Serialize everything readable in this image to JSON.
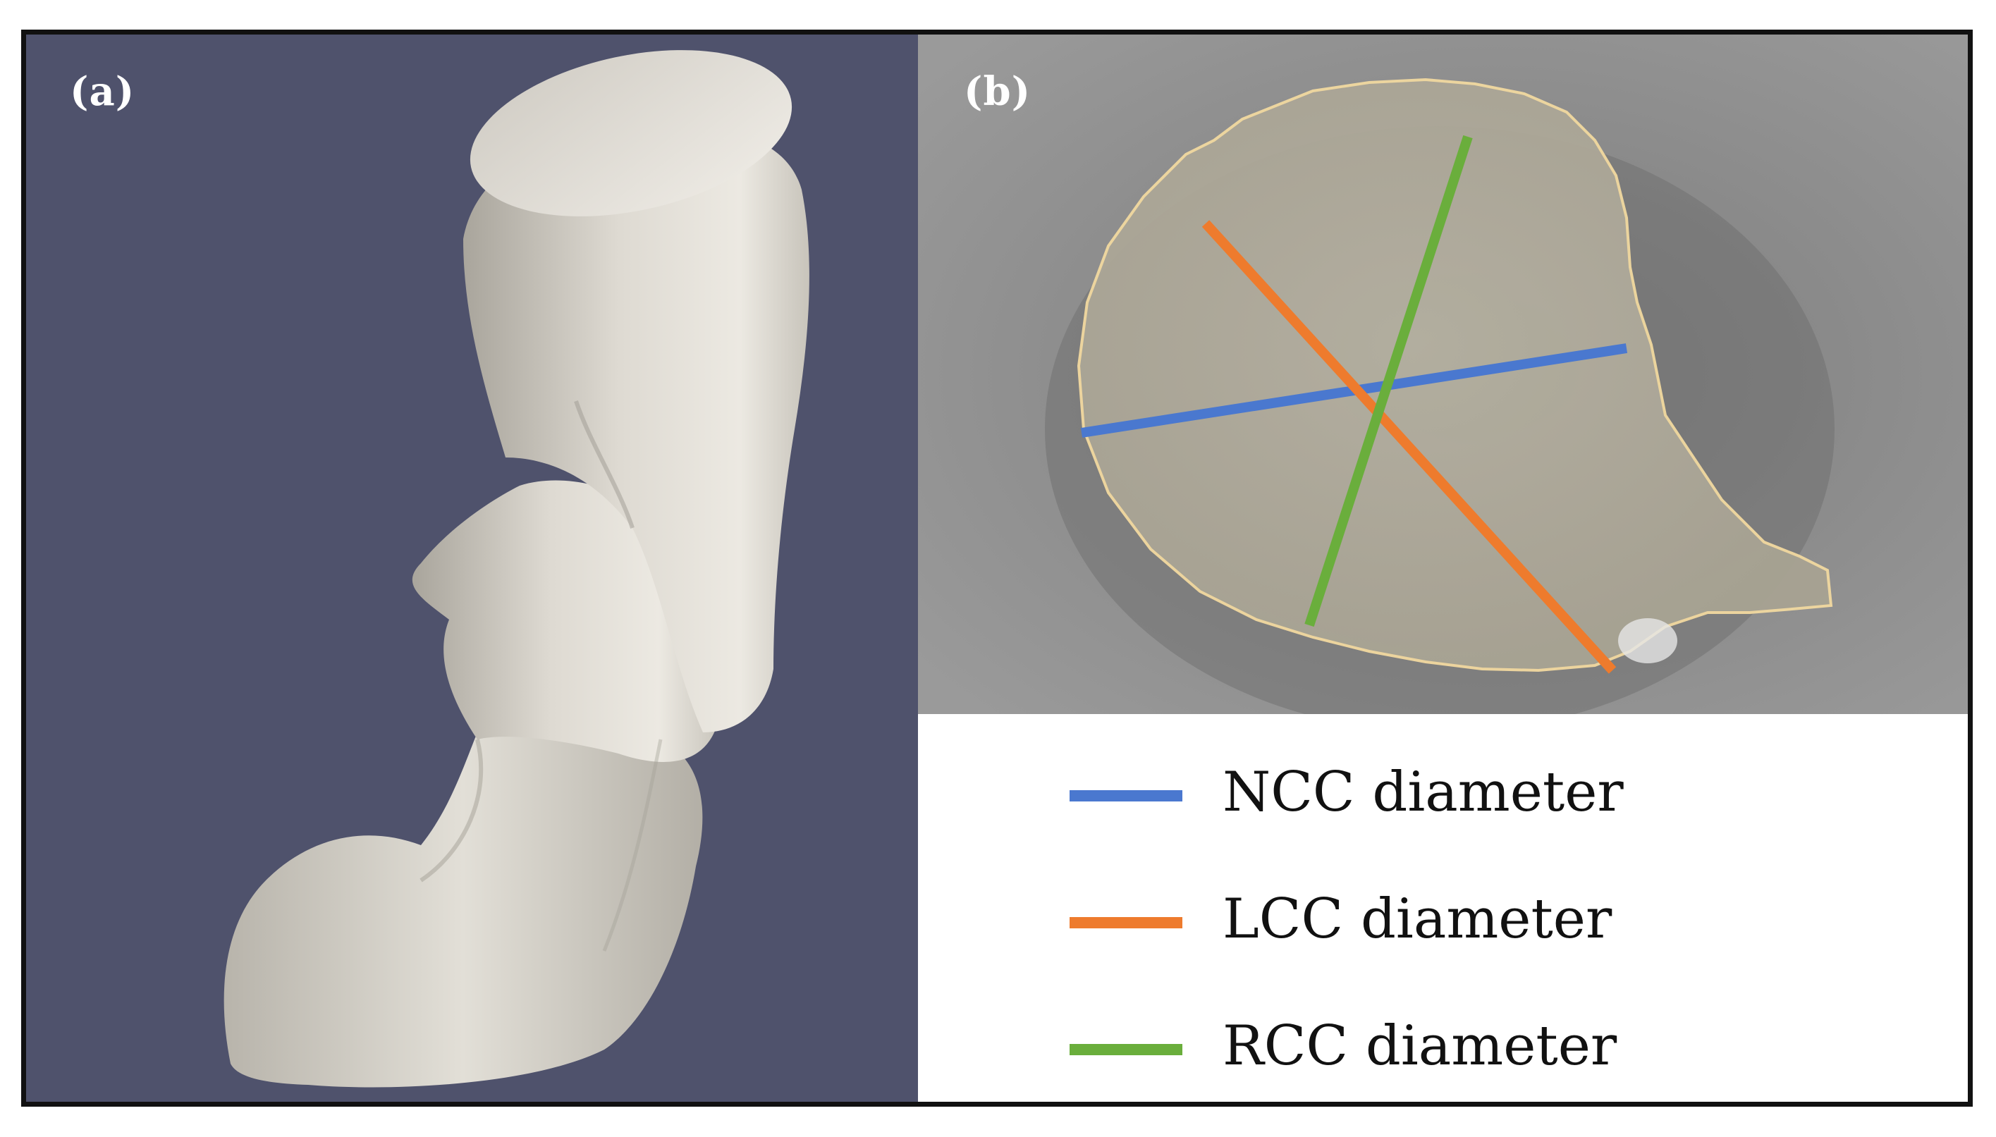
{
  "panels": {
    "a": {
      "label": "(a)"
    },
    "b": {
      "label": "(b)"
    }
  },
  "colors": {
    "panel_a_background": "#4f526c",
    "model_surface": "#dcd8d0",
    "ncc": "#4a78cf",
    "lcc": "#ee7b2d",
    "rcc": "#6aae3c",
    "contour": "#f2d9a0"
  },
  "legend": [
    {
      "label": "NCC diameter",
      "color": "#4a78cf"
    },
    {
      "label": "LCC diameter",
      "color": "#ee7b2d"
    },
    {
      "label": "RCC diameter",
      "color": "#6aae3c"
    }
  ]
}
